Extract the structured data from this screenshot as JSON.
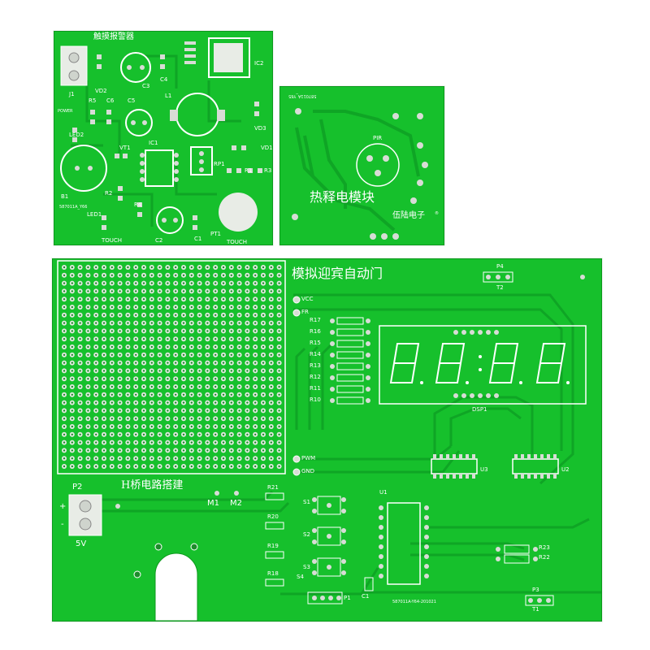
{
  "board1": {
    "title": "触摸报警器",
    "labels": {
      "ic2": "IC2",
      "j1": "J1",
      "vd2": "VD2",
      "c3": "C3",
      "c4": "C4",
      "r5": "R5",
      "c6": "C6",
      "c5": "C5",
      "l1": "L1",
      "power": "POWER",
      "led2": "LED2",
      "vt1": "VT1",
      "ic1": "IC1",
      "vd3": "VD3",
      "vd1": "VD1",
      "rp1": "RP1",
      "r1": "R1",
      "r3": "R3",
      "b1": "B1",
      "r2": "R2",
      "r4": "R4",
      "pt1": "PT1",
      "led1": "LED1",
      "c2": "C2",
      "c1": "C1",
      "touch1": "TOUCH",
      "touch2": "TOUCH"
    },
    "code": "587011A_Y66"
  },
  "board2": {
    "title": "热释电模块",
    "pir": "PIR",
    "brand": "伍陆电子",
    "reg": "®",
    "code": "587011A_Y65"
  },
  "board3": {
    "title": "模拟迎宾自动门",
    "section_title": "H桥电路搭建",
    "vcc": "VCC",
    "fr": "FR",
    "pwm": "PWM",
    "gnd": "GND",
    "resistors_left": [
      "R17",
      "R16",
      "R15",
      "R14",
      "R13",
      "R12",
      "R11",
      "R10"
    ],
    "dsp": "DSP1",
    "u1": "U1",
    "u2": "U2",
    "u3": "U3",
    "p1": "P1",
    "p2": "P2",
    "p3": "P3",
    "p4": "P4",
    "t1": "T1",
    "t2": "T2",
    "m1": "M1",
    "m2": "M2",
    "r18": "R18",
    "r19": "R19",
    "r20": "R20",
    "r21": "R21",
    "r22": "R22",
    "r23": "R23",
    "s1": "S1",
    "s2": "S2",
    "s3": "S3",
    "s4": "S4",
    "c1": "C1",
    "five_v": "5V",
    "plus": "+",
    "minus": "-",
    "code": "587011A-Y64-201021"
  },
  "colors": {
    "pcb": "#16c02c",
    "trace": "#0fa525",
    "silk": "#ffffff",
    "pad": "#d8dcd6",
    "hole": "#1d8c2b"
  }
}
